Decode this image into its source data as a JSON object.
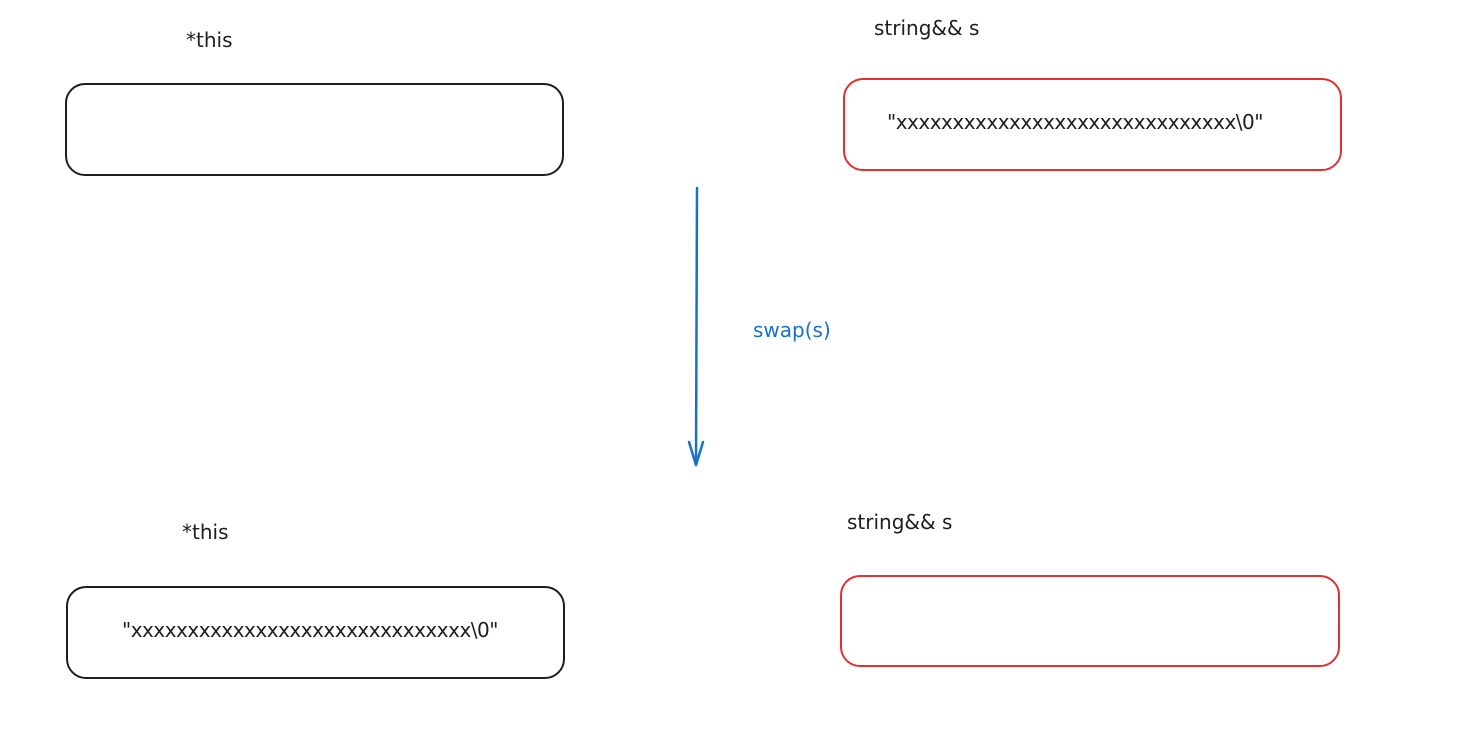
{
  "before": {
    "left": {
      "label": "*this",
      "value": ""
    },
    "right": {
      "label": "string&& s",
      "value": "\"xxxxxxxxxxxxxxxxxxxxxxxxxxxxxx\\0\""
    }
  },
  "operation": {
    "label": "swap(s)"
  },
  "after": {
    "left": {
      "label": "*this",
      "value": "\"xxxxxxxxxxxxxxxxxxxxxxxxxxxxxx\\0\""
    },
    "right": {
      "label": "string&& s",
      "value": ""
    }
  },
  "colors": {
    "black_border": "#1e1e1e",
    "red_border": "#e03131",
    "arrow": "#1971c2"
  }
}
